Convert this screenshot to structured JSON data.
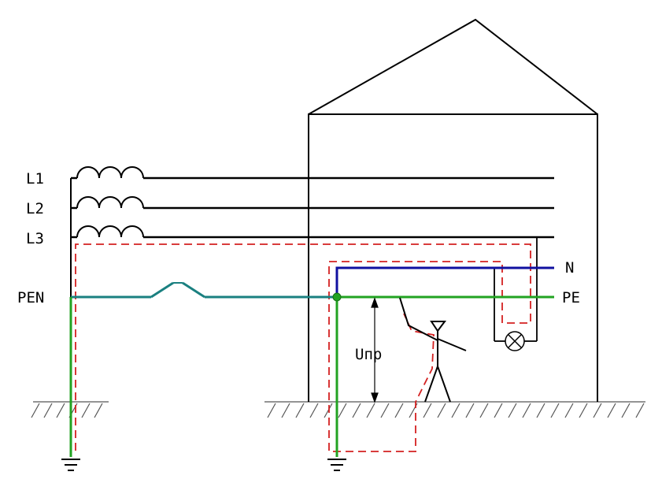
{
  "labels": {
    "l1": "L1",
    "l2": "L2",
    "l3": "L3",
    "pen": "PEN",
    "n": "N",
    "pe": "PE",
    "voltage": "Uпр"
  },
  "colors": {
    "phase": "#000000",
    "pen": "#1a8080",
    "pe": "#22a322",
    "neutral": "#1010a0",
    "fault_path": "#d42020",
    "structure": "#000000",
    "ground_hatch": "#555555"
  },
  "icons": [
    "coil-icon",
    "switch-icon",
    "lamp-icon",
    "person-icon",
    "ground-icon",
    "junction-icon"
  ]
}
